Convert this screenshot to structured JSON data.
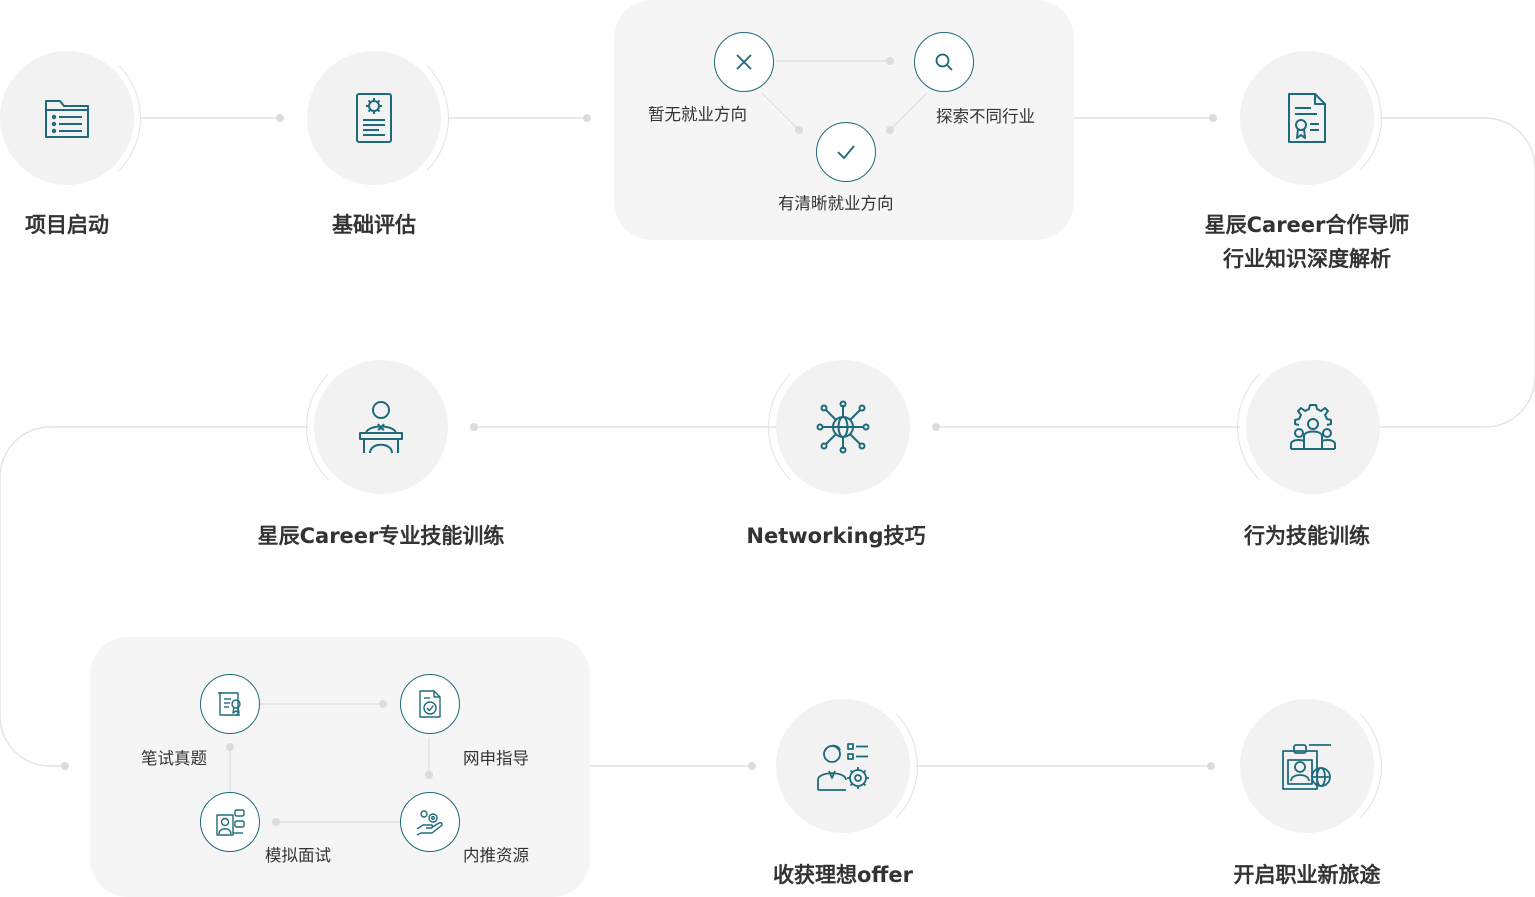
{
  "steps": {
    "kickoff": "项目启动",
    "assessment": "基础评估",
    "mentor_line1": "星辰Career合作导师",
    "mentor_line2": "行业知识深度解析",
    "behavioral": "行为技能训练",
    "networking": "Networking技巧",
    "professional": "星辰Career专业技能训练",
    "offer": "收获理想offer",
    "new_journey": "开启职业新旅途"
  },
  "direction_panel": {
    "none": "暂无就业方向",
    "explore": "探索不同行业",
    "clear": "有清晰就业方向"
  },
  "resources_panel": {
    "written_test": "笔试真题",
    "online_application": "网申指导",
    "mock_interview": "模拟面试",
    "referral": "内推资源"
  },
  "colors": {
    "accent": "#1d6b7a",
    "node_bg": "#f2f2f2",
    "line": "#e2e2e2",
    "text": "#333333"
  }
}
